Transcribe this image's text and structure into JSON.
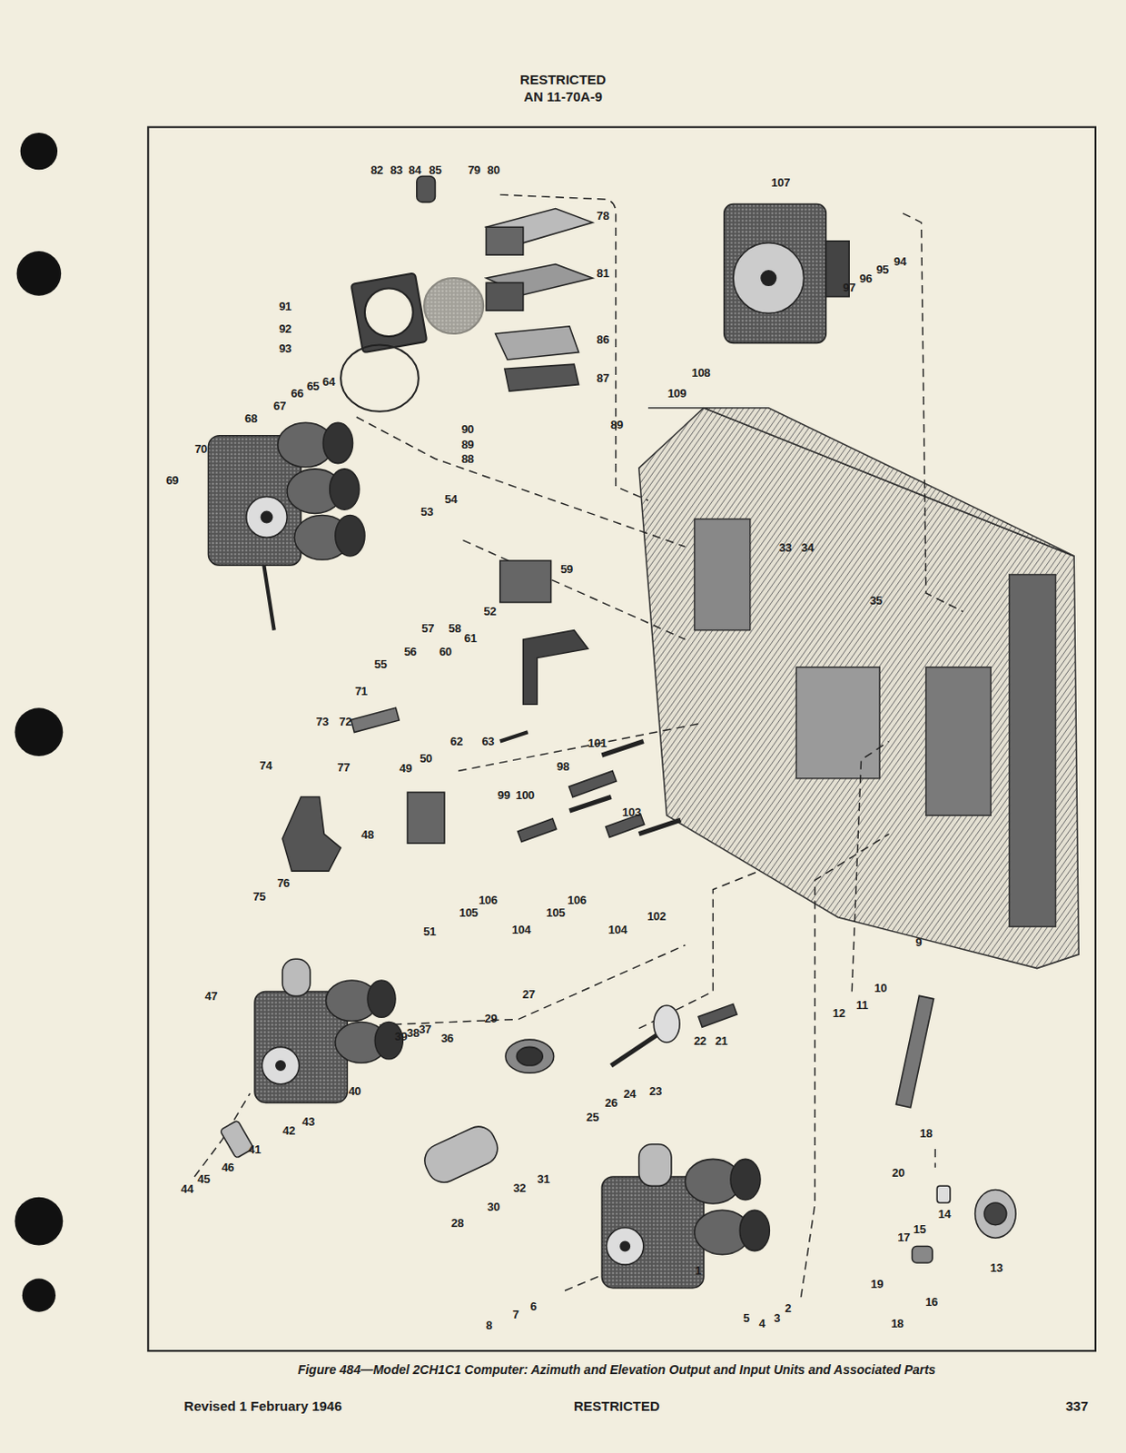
{
  "diagram": {
    "caption": "Figure 484—Model 2CH1C1 Computer: Azimuth and Elevation Output and Input Units and Associated Parts",
    "labels": [
      "RESTRICTED",
      "AN 11-70A-9",
      "Revised 1 February 1946",
      "RESTRICTED",
      "337",
      "82",
      "83",
      "84",
      "85",
      "79",
      "80",
      "78",
      "107",
      "81",
      "91",
      "92",
      "93",
      "86",
      "87",
      "90",
      "89",
      "89",
      "88",
      "94",
      "95",
      "96",
      "97",
      "108",
      "109",
      "67",
      "66",
      "65",
      "64",
      "70",
      "68",
      "69",
      "53",
      "54",
      "33",
      "34",
      "35",
      "59",
      "52",
      "57",
      "58",
      "61",
      "55",
      "56",
      "60",
      "73",
      "72",
      "71",
      "62",
      "63",
      "101",
      "98",
      "99",
      "100",
      "49",
      "50",
      "74",
      "77",
      "103",
      "48",
      "75",
      "76",
      "105",
      "106",
      "105",
      "106",
      "104",
      "104",
      "102",
      "51",
      "47",
      "27",
      "29",
      "22",
      "21",
      "39",
      "38",
      "37",
      "36",
      "9",
      "10",
      "11",
      "12",
      "44",
      "45",
      "46",
      "41",
      "42",
      "43",
      "40",
      "25",
      "26",
      "24",
      "23",
      "30",
      "32",
      "31",
      "28",
      "20",
      "18",
      "14",
      "15",
      "17",
      "16",
      "19",
      "18",
      "13",
      "5",
      "4",
      "3",
      "2",
      "8",
      "7",
      "6",
      "1"
    ]
  }
}
